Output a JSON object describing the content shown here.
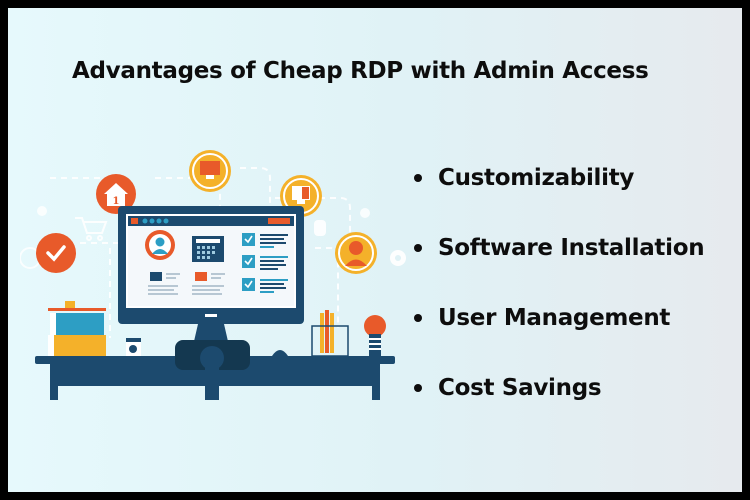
{
  "title": "Advantages of Cheap RDP with Admin Access",
  "advantages": [
    {
      "label": "Customizability"
    },
    {
      "label": "Software Installation"
    },
    {
      "label": "User Management"
    },
    {
      "label": "Cost Savings"
    }
  ],
  "illustration": {
    "subject": "desktop-computer-workspace",
    "icons": [
      "checkmark-icon",
      "home-icon",
      "monitor-icon",
      "monitor-book-icon",
      "user-icon",
      "gear-icon",
      "cart-icon",
      "lock-icon"
    ],
    "home_badge_number": "1",
    "colors": {
      "navy": "#1c4a6e",
      "dark_navy": "#143850",
      "orange": "#e85a2a",
      "yellow": "#f4b12a",
      "teal": "#2d9ec4",
      "screen": "#f4f8fb"
    }
  }
}
